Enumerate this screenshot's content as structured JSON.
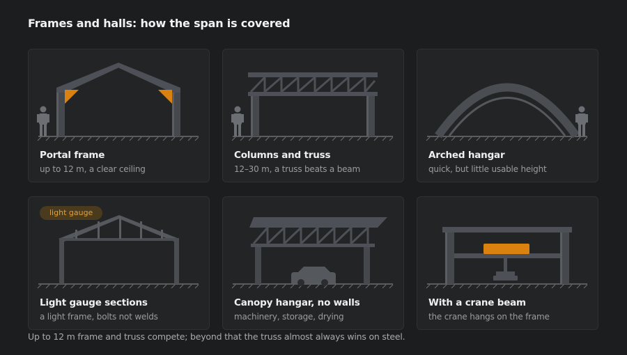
{
  "page_title": "Frames and halls: how the span is covered",
  "cards": [
    {
      "title": "Portal frame",
      "subtitle": "up to 12 m, a clear ceiling"
    },
    {
      "title": "Columns and truss",
      "subtitle": "12–30 m, a truss beats a beam"
    },
    {
      "title": "Arched hangar",
      "subtitle": "quick, but little usable height"
    },
    {
      "title": "Light gauge sections",
      "subtitle": "a light frame, bolts not welds",
      "badge": "light gauge"
    },
    {
      "title": "Canopy hangar, no walls",
      "subtitle": "machinery, storage, drying"
    },
    {
      "title": "With a crane beam",
      "subtitle": "the crane hangs on the frame"
    }
  ],
  "footer_note": "Up to 12 m frame and truss compete; beyond that the truss almost always wins on steel.",
  "colors": {
    "background": "#1c1d1f",
    "card": "#222426",
    "steel": "#4a4d52",
    "accent": "#d9820f",
    "badge_text": "#e0a13a"
  },
  "icons": [
    "person-icon",
    "car-icon",
    "crane-hook-icon",
    "ground-hatch"
  ]
}
